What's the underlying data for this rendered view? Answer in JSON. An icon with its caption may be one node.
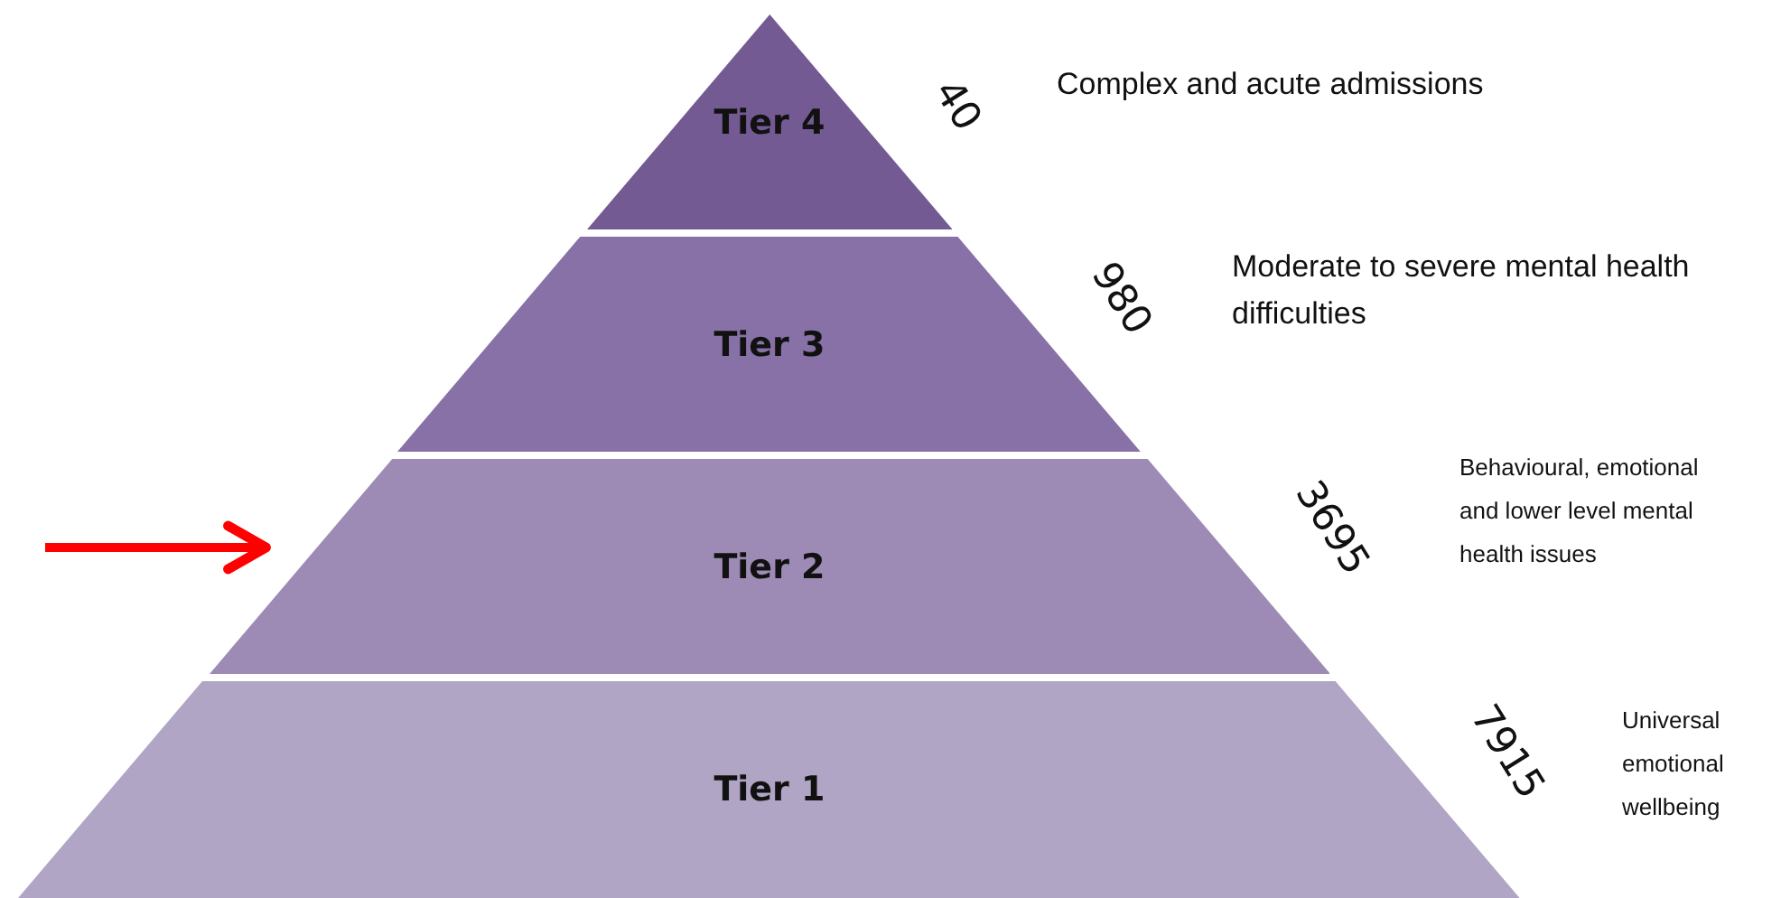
{
  "diagram": {
    "nodes": [
      {
        "text": [
          "Tier 4"
        ],
        "beside": [
          "40",
          "Complex and acute admissions"
        ]
      },
      {
        "text": [
          "Tier 3"
        ],
        "beside": [
          "980",
          "Moderate to severe mental health difficulties"
        ]
      },
      {
        "text": [
          "Tier 2"
        ],
        "beside": [
          "3695",
          "Behavioural, emotional and lower level mental health issues"
        ]
      },
      {
        "text": [
          "Tier 1"
        ],
        "beside": [
          "7915",
          "Universal emotional wellbeing"
        ]
      }
    ],
    "edges": [
      {
        "from": null,
        "to": 2,
        "arrow": "to",
        "color": "#ff0000"
      }
    ]
  }
}
